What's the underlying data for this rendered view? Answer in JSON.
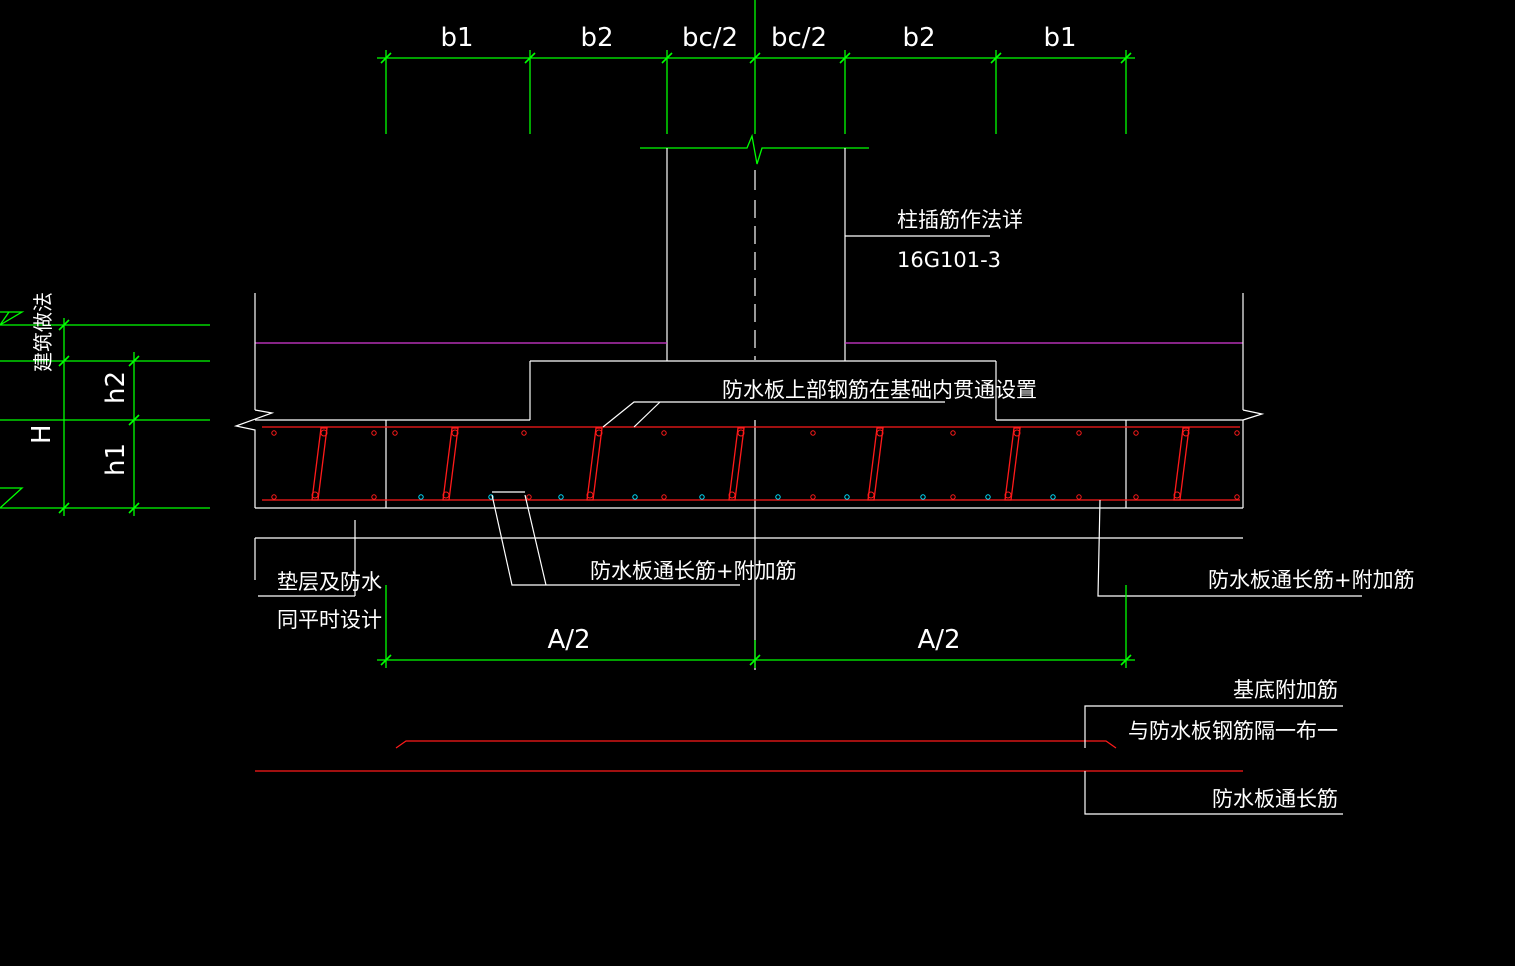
{
  "top_dimensions": [
    "b1",
    "b2",
    "bc/2",
    "bc/2",
    "b2",
    "b1"
  ],
  "bottom_dimensions": [
    "A/2",
    "A/2"
  ],
  "left_dimensions": {
    "building_method": "建筑做法",
    "total_height": "H",
    "h2": "h2",
    "h1": "h1"
  },
  "notes": {
    "column_dowel_line1": "柱插筋作法详",
    "column_dowel_line2": "16G101-3",
    "upper_rebar": "防水板上部钢筋在基础内贯通设置",
    "bottom_rebar_left": "防水板通长筋+附加筋",
    "bottom_rebar_right": "防水板通长筋+附加筋",
    "cushion_line1": "垫层及防水",
    "cushion_line2": "同平时设计"
  },
  "legend": {
    "additional_bar_line1": "基底附加筋",
    "additional_bar_line2": "与防水板钢筋隔一布一",
    "through_bar": "防水板通长筋"
  },
  "colors": {
    "background": "#000000",
    "dimension": "#00ff00",
    "outline": "#ffffff",
    "rebar": "#ff1a1a",
    "finish_line": "#d63ad6",
    "bottom_bar_dot": "#00e0ff"
  }
}
